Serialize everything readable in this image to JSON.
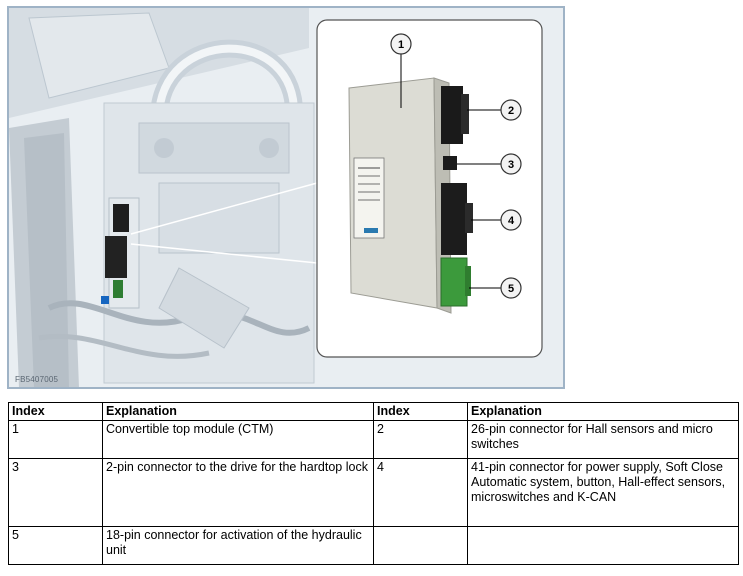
{
  "figure": {
    "code": "FB5407005",
    "callouts": [
      "1",
      "2",
      "3",
      "4",
      "5"
    ]
  },
  "table": {
    "headers": [
      "Index",
      "Explanation",
      "Index",
      "Explanation"
    ],
    "rows": [
      [
        {
          "index": "1",
          "text": "Convertible top module (CTM)"
        },
        {
          "index": "2",
          "text": "26-pin connector for Hall sensors and micro switches"
        }
      ],
      [
        {
          "index": "3",
          "text": "2-pin connector to the drive for the hardtop lock"
        },
        {
          "index": "4",
          "text": "41-pin connector for power supply, Soft Close Automatic system, button, Hall-effect sensors, microswitches and K-CAN"
        }
      ],
      [
        {
          "index": "5",
          "text": "18-pin connector for activation of the hydraulic unit"
        },
        {
          "index": "",
          "text": ""
        }
      ]
    ]
  }
}
